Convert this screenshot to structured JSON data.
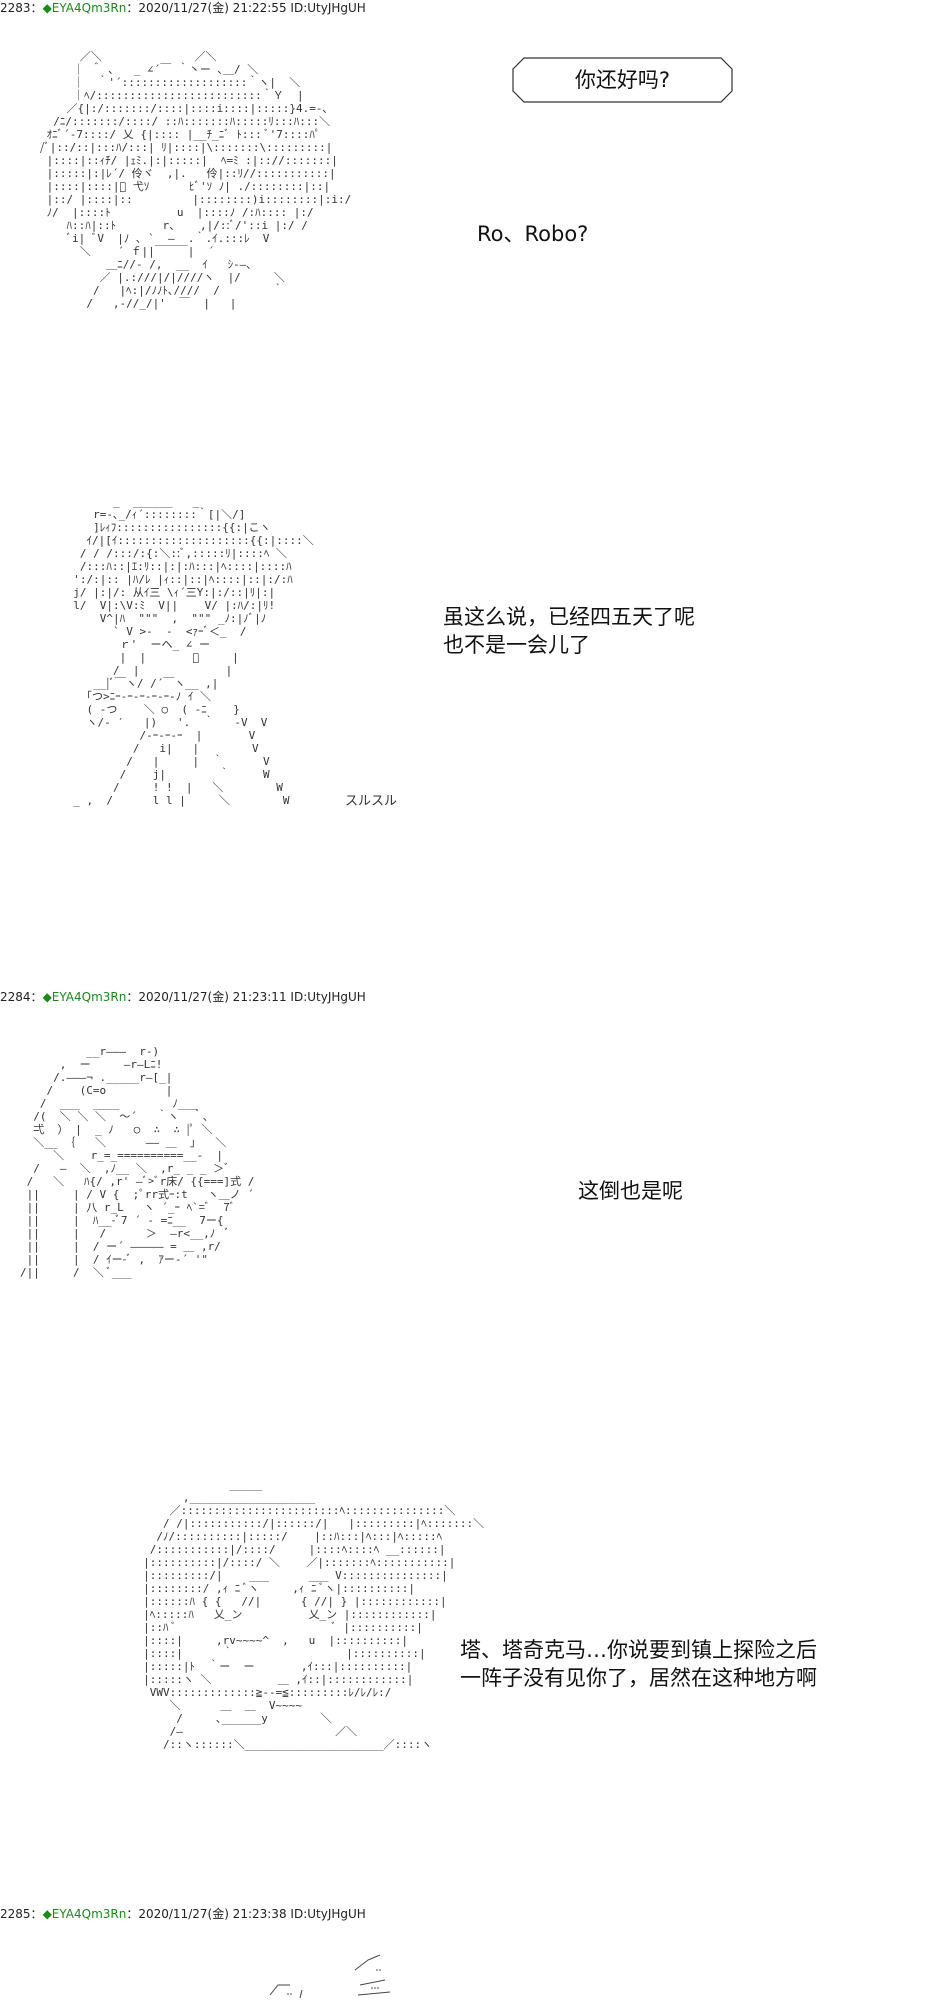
{
  "posts": [
    {
      "number": "2283",
      "sep": "：",
      "diamond": "◆",
      "trip": "EYA4Qm3Rn",
      "timestamp": "：2020/11/27(金) 21:22:55",
      "id": "ID:UtyJHgUH"
    },
    {
      "number": "2284",
      "sep": "：",
      "diamond": "◆",
      "trip": "EYA4Qm3Rn",
      "timestamp": "：2020/11/27(金) 21:23:11",
      "id": "ID:UtyJHgUH"
    },
    {
      "number": "2285",
      "sep": "：",
      "diamond": "◆",
      "trip": "EYA4Qm3Rn",
      "timestamp": "：2020/11/27(金) 21:23:38",
      "id": "ID:UtyJHgUH"
    }
  ],
  "dialogs": {
    "d1": "你还好吗?",
    "d2": "Ro、Robo?",
    "d3": "虽这么说，已经四五天了呢\n也不是一会儿了",
    "d4": "这倒也是呢",
    "d5": "塔、塔奇克马…你说要到镇上探险之后\n一阵子没有见你了，居然在这种地方啊"
  },
  "sfx": {
    "s1": "スルスル"
  },
  "art": {
    "a1": "      ／＼              ／＼\n     ｜ ＾ ､   _ ∠´￣ ｀丶ー ､＿/ ＼\n     ｜  ｀'´:::::::::::::::::::｀ヽ|  ＼\n     ｜ﾍ/:::::::::::::::::::::::::｀Ｙ  |\n    ／{|:/:::::::/::::|::::i::::|:::::}4.=-､\n  /ﾆ/:::::::/::::/ ::ﾊ:::::::ﾊ:::::ﾘ:::ﾊ:::＼\n ｵﾆﾞ´-7::::/ 乂 {|:::: |__ﾁ_ﾆﾞ ﾄ::: ﾞ'7::::ﾊﾟ\n/ﾞ|::/::|:::ﾊ/:::| ﾘ|::::|\\:::::::\\:::::::::|\n |::::|::ｨﾁ/ |ｪﾐ.|:|:::::|  ﾍ=ﾐ :|:://:::::::|\n |:::::|:|ﾚ´/ 伶ヾ  ,|.   伶|::ﾘ//:::::::::::|\n |::::|::::|ﾞ 弋ｿ      ﾋﾞ'ｿ ﾉ| ./::::::::|::|\n |::/ |::::|::         |::::::::)i::::::::|:i:/\n ﾉ/  |::::ﾄ          u  |::::ﾉ /:ﾊ:::: |:/\n    ﾊ::ﾊ|::ﾄ       r、   ,|/::ﾞ/'::i |:/ /\n    ﾞi| ﾞV  |ﾉ ､ `  ―  .｀.ｲ.:::ﾚ  V\n      ＼    ´ ｆ||￣￣￣|  ´\n          ＿ﾆ//- /,  __  ｲ   ｼ-―､\n         ／ |.:///|/|////ヽ  |/     ＼\n        /   |ﾍ:|/ﾉﾉﾄ､////  /        ｀\n       /   ,-//_/|'  ￣  |   |",
    "a2": "        _  ______   _\n     r=-､_/ｨ´::::::::｀[|＼/]\n     ]ﾚｨﾌ::::::::::::::::{{:|こヽ\n    ｲ/|[ｲ::::::::::::::::::::{{:|::::＼\n   / / /:::/:{:＼::ﾞ,:::::ﾘ|::::ﾍ ＼\n   /:::ﾊ::|ｴ:ﾘ::|:|:ﾊ:::|ﾍ::::|::::ﾊ\n  ':/:|:: |ﾊ/ﾚ |ｨ::|::|ﾍ::::|::|:/:ﾊ\n  j/ |:|/: 从ｲ三 \\ｨ´三Y:|:/::|ﾘ|:|\n  l/  V|:\\V:ﾐ  V||    V/ |:ﾊ/:|ﾘ!\n      V^|ﾊ  \"\"\"  ,  \"\"\" _ﾉ:|ﾉﾞ|ﾉ\n        ` V >-  -  <ｧｰﾞ＜_  /\n         ｒ'  ーヘ_ ∠ ー\n         |  |       ﾞ     |\n        /  |             |\n     __|ﾞ￣ヽ/ /´￣ヽ__ ,|\n    ｢つ>ﾆｰ-ｰ-ｰ-ｰ-ｰ-ﾉ ｲ ＼\n    ( -つ    ＼ ○  ( -ﾆ    }\n    ヽ/- ′   |)   '.  ｀   -V  V\n            /-ｰ-ｰ-ｰ  |       V\n           /   i|   |        V\n          /   |     |  ｀      V\n         /    j|        ｀     W\n        /     ! !  |   ＼        W\n  _ ,  /      l l |     ＼        W",
    "a3": "          __r―――  r‐)\n      ,  ー     ―r―Lﾆ!\n     /.―――¬ ._____r―[_|\n    /    (C=o         |\n   /  ___  ____        ﾉ___\n  /(  ＼ ＼ ＼  ～´   ｀ヽ  ｀､\n  弌  ） |  _ ﾉ   ○  ∴  ∴ |ﾟ ＼\n  ＼__ ｛   ＼      ―― ＿  ｣   ＼ \n     ＼    r_=_==========__-  |\n  /   ―  ＼  ,ﾉ__ ＼  ,r_ _ _ ＞ﾞ\n /   ＼   ﾊ{/ ,r' ―ﾞ>ﾞr床/ {{===]式 /\n ||     | / V {  ;ﾟrr式ｰ:t   ヽ＿ノ ´\n ||     | 八 r_L   ヽ ´_ｰ ﾍ`=ﾞ  7ﾞ\n ||     |  ﾊ__-ﾞ7 ´ - =ﾆ__  7ー{\n ||     |   /      ＞  ―r<__,ﾉ  ﾞ\n ||     |  / ー´ ――――― = ＿ ,r/\n ||     |  / ｲー-ﾞ ,  ｱー‐´ '\" \n/||     /  ＼ ﾞ___",
    "a4": "                  _____\n           ,___________________\n         ／::::::::::::::::::::::::ﾍ:::::::::::::::＼\n        / /|:::::::::::/|::::::/|   |:::::::::|ﾍ:::::::＼\n       /ﾉ/::::::::::|:::::/    |::ﾊ:::|ﾍ:::|ﾍ:::::ﾍ\n      /:::::::::::|/::::/     |::::ﾍ::::ﾍ __::::::|\n     |::::::::::|/::::/ ＼    ／|:::::::ﾍ:::::::::::|\n     |:::::::::/|    ___      ___ V:::::::::::::::|\n     |::::::::/ ,ｨ ﾆ ﾞヽ     ,ｨ ﾆ ﾞヽ|::::::::::|\n     |::::::ﾊ { {   //|      { //| } |::::::::::::|\n     |ﾍ:::::ﾊ   乂_ン          乂_ン |::::::::::::|\n     |::ﾊ ﾞ                        ﾞ |::::::::::|\n     |::::|     ,rv~~~~^  ,   u  |::::::::::|\n     |::::|      ｀                 |::::::::::|\n     |:::::|ﾄ  ｀ー  ー       ,ｲ:::|::::::::::|\n     |:::::ヽ ＼          ＿ ,ｲ::|::::::::::::|\n      VWV:::::::::::::≧-‐=≦:::::::::ﾚ/ﾚ/ﾚ:/\n         ＼      ＿  ＿  V~~~~\n          /     ､______y        ＼\n         /―                       ／＼\n        /::ヽ::::::＼_____________________／::::ヽ"
  }
}
